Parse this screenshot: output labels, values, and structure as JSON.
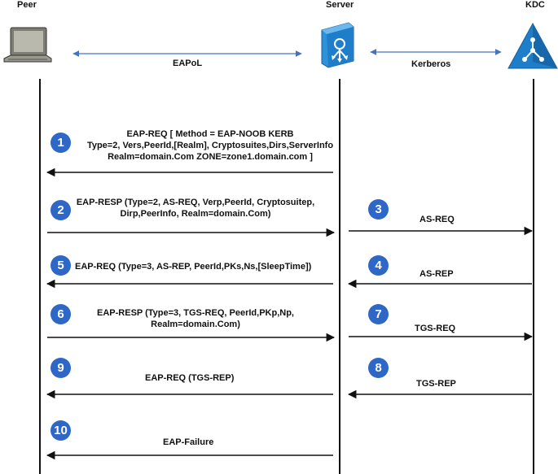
{
  "actors": {
    "peer": "Peer",
    "server": "Server",
    "kdc": "KDC"
  },
  "links": {
    "eapol": "EAPoL",
    "kerberos": "Kerberos"
  },
  "steps": [
    {
      "num": "1",
      "lines": [
        "EAP-REQ [ Method = EAP-NOOB KERB",
        "Type=2, Vers,PeerId,[Realm], Cryptosuites,Dirs,ServerInfo",
        "Realm=domain.Com ZONE=zone1.domain.com ]"
      ]
    },
    {
      "num": "2",
      "lines": [
        "EAP-RESP (Type=2, AS-REQ, Verp,PeerId, Cryptosuitep,",
        "Dirp,PeerInfo, Realm=domain.Com)"
      ]
    },
    {
      "num": "3",
      "lines": [
        "AS-REQ"
      ]
    },
    {
      "num": "4",
      "lines": [
        "AS-REP"
      ]
    },
    {
      "num": "5",
      "lines": [
        "EAP-REQ (Type=3, AS-REP, PeerId,PKs,Ns,[SleepTime])"
      ]
    },
    {
      "num": "6",
      "lines": [
        "EAP-RESP (Type=3, TGS-REQ, PeerId,PKp,Np,",
        "Realm=domain.Com)"
      ]
    },
    {
      "num": "7",
      "lines": [
        "TGS-REQ"
      ]
    },
    {
      "num": "8",
      "lines": [
        "TGS-REP"
      ]
    },
    {
      "num": "9",
      "lines": [
        "EAP-REQ (TGS-REP)"
      ]
    },
    {
      "num": "10",
      "lines": [
        "EAP-Failure"
      ]
    }
  ],
  "colors": {
    "badge": "#2e67c5",
    "link_arrow": "#4472c4",
    "server_icon": "#1f7ec9",
    "kdc_icon": "#1f7ec9"
  }
}
